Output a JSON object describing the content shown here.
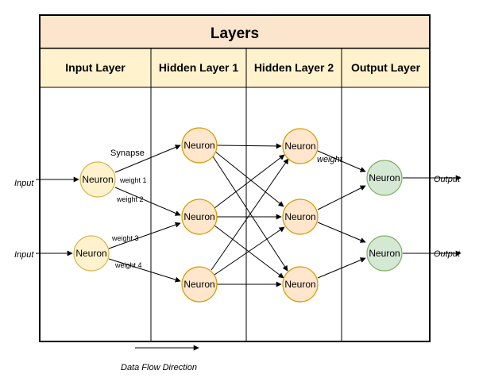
{
  "title": "Layers",
  "columns": [
    {
      "label": "Input Layer"
    },
    {
      "label": "Hidden Layer 1"
    },
    {
      "label": "Hidden Layer 2"
    },
    {
      "label": "Output Layer"
    }
  ],
  "neuron_label": "Neuron",
  "inputs": [
    "Input",
    "Input"
  ],
  "outputs": [
    "Output",
    "Output"
  ],
  "edge_labels": {
    "synapse": "Synapse",
    "weight_1": "weight 1",
    "weight_2": "weight 2",
    "weight_3": "weight 3",
    "weight_4": "weight 4",
    "weight": "weight"
  },
  "footer": "Data Flow Direction",
  "colors": {
    "header_fill": "#fce5cd",
    "input_fill": "#fff2cc",
    "input_stroke": "#d6b656",
    "hidden_fill": "#ffe6cc",
    "hidden_stroke": "#d79b00",
    "output_fill": "#d5e8d4",
    "output_stroke": "#82b366"
  }
}
